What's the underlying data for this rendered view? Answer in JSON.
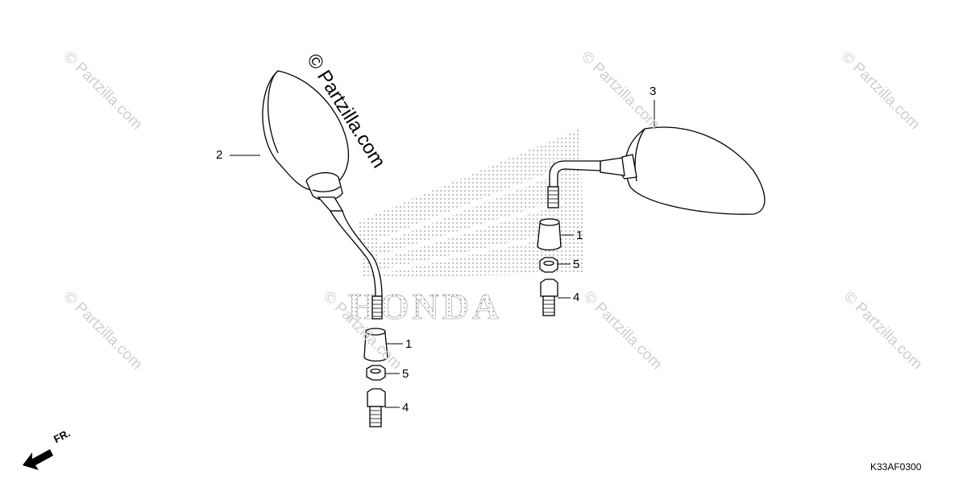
{
  "watermark": "© Partzilla.com",
  "main_watermark": "© Partzilla.com",
  "brand_text": "HONDA",
  "callouts": {
    "left_mirror": "2",
    "right_mirror": "3",
    "left_cap": "1",
    "left_nut": "5",
    "left_bolt": "4",
    "right_cap": "1",
    "right_nut": "5",
    "right_bolt": "4"
  },
  "direction_label": "FR.",
  "diagram_code": "K33AF0300",
  "colors": {
    "line": "#000000",
    "watermark": "#cfcfcf",
    "dots": "#888888"
  }
}
